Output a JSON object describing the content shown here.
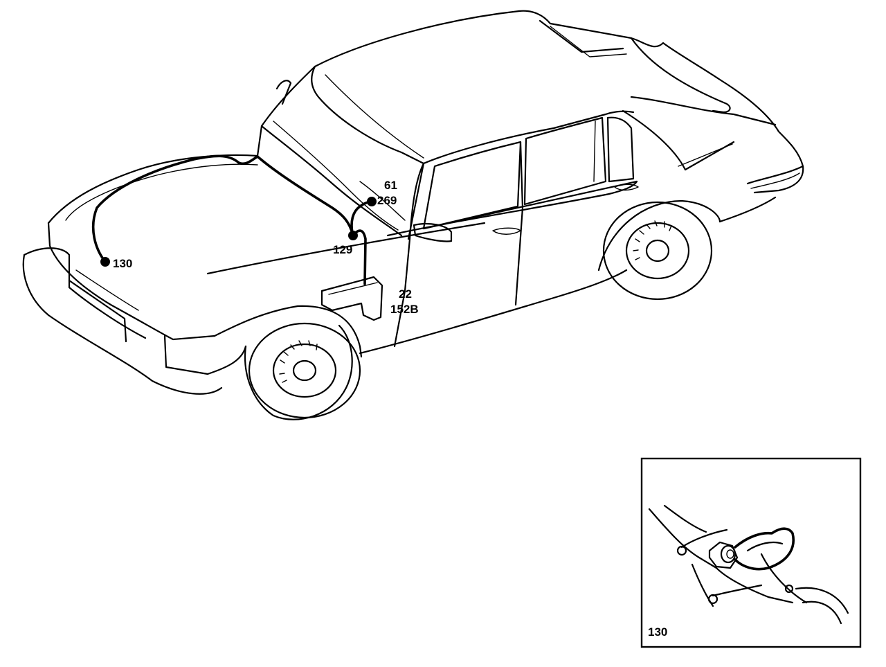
{
  "callouts": {
    "c130": "130",
    "c129": "129",
    "c61": "61",
    "c269": "269",
    "c22": "22",
    "c152b": "152B"
  },
  "inset": {
    "label": "130"
  }
}
